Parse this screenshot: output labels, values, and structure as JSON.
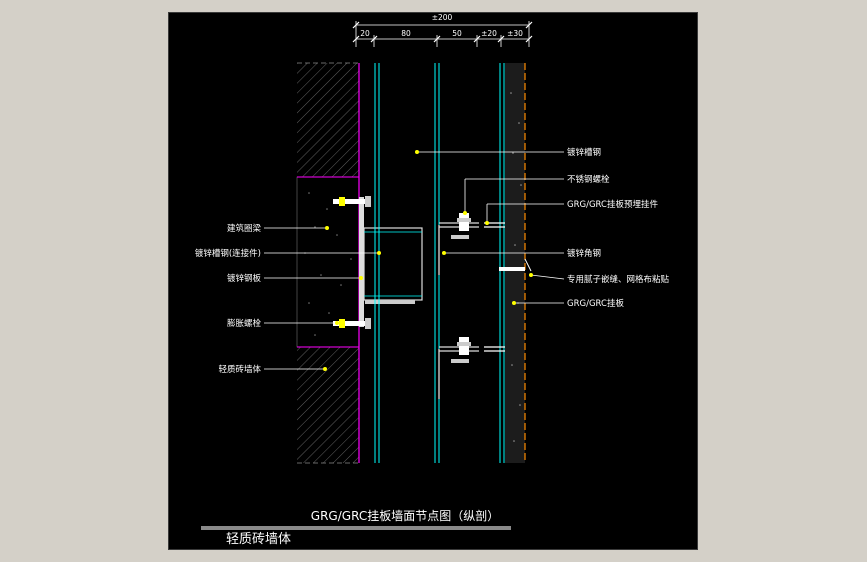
{
  "dimensions": {
    "overall": "±200",
    "segments": [
      "20",
      "80",
      "50",
      "±20",
      "±30"
    ]
  },
  "labels": {
    "galvanized_channel": "镀锌槽钢",
    "stainless_bolt": "不锈钢螺栓",
    "embedded_fitting": "GRG/GRC挂板预埋挂件",
    "ring_beam": "建筑圈梁",
    "channel_connector": "镀锌槽钢(连接件)",
    "galvanized_angle": "镀锌角钢",
    "steel_plate": "镀锌钢板",
    "seam_tape": "专用腻子嵌缝、网格布粘贴",
    "grg_panel": "GRG/GRC挂板",
    "expansion_bolt": "膨胀螺栓",
    "brick_wall": "轻质砖墙体"
  },
  "title": "GRG/GRC挂板墙面节点图（纵剖）",
  "caption": "轻质砖墙体",
  "colors": {
    "background": "#000000",
    "magenta": "#ff00ff",
    "cyan": "#00ffff",
    "yellow": "#ffff00",
    "white": "#ffffff",
    "hatch": "#8a8a8a",
    "panel_fill": "#1c1c1c",
    "orange_dash": "#ff8c00"
  }
}
